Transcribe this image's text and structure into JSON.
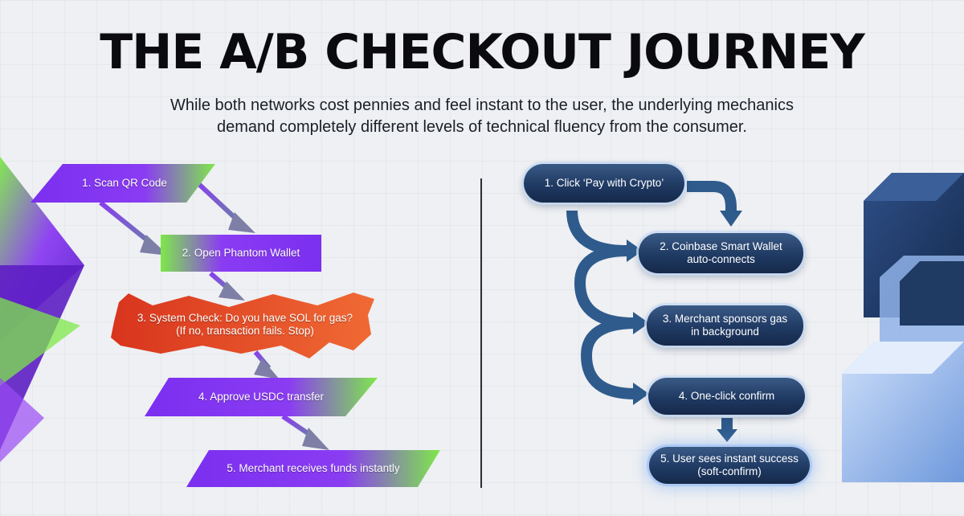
{
  "header": {
    "title": "THE A/B CHECKOUT JOURNEY",
    "subtitle_line1": "While both networks cost pennies and feel instant to the user, the underlying mechanics",
    "subtitle_line2": "demand completely different levels of technical fluency from the consumer."
  },
  "left_flow": {
    "steps": [
      {
        "label": "1. Scan QR Code"
      },
      {
        "label": "2. Open Phantom Wallet"
      },
      {
        "label_line1": "3. System Check: Do you have SOL for gas?",
        "label_line2": "(If no, transaction fails. Stop)"
      },
      {
        "label": "4. Approve USDC transfer"
      },
      {
        "label": "5. Merchant receives funds instantly"
      }
    ]
  },
  "right_flow": {
    "steps": [
      {
        "label": "1. Click ‘Pay with Crypto’"
      },
      {
        "label_line1": "2. Coinbase Smart Wallet",
        "label_line2": "auto-connects"
      },
      {
        "label_line1": "3. Merchant sponsors gas",
        "label_line2": "in background"
      },
      {
        "label": "4. One-click confirm"
      },
      {
        "label_line1": "5. User sees instant success",
        "label_line2": "(soft-confirm)"
      }
    ]
  },
  "colors": {
    "purple": "#7b2ff0",
    "lime": "#7ee84a",
    "danger": "#e2451f",
    "navy": "#1f3a63",
    "arrow_right": "#2f5b8c"
  }
}
